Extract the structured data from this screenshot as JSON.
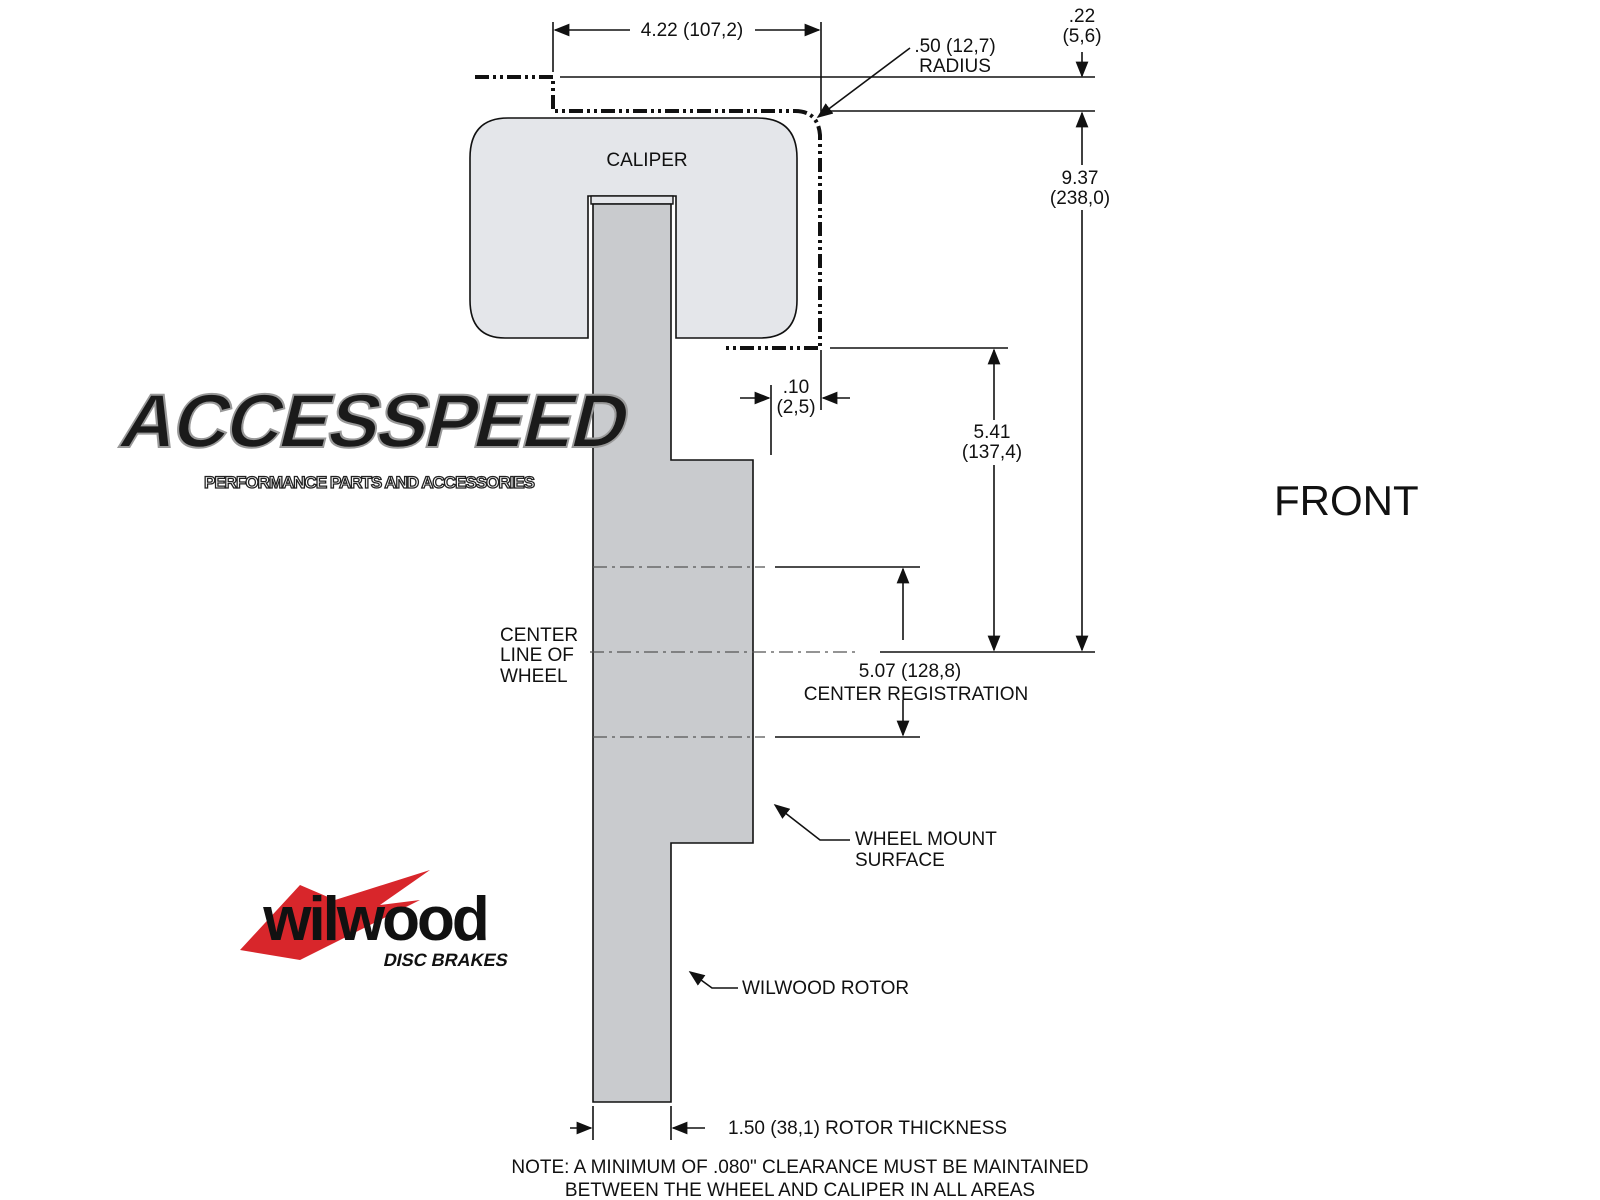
{
  "caliper_label": "CALIPER",
  "dimensions": {
    "width": "4.22 (107,2)",
    "radius_value": ".50 (12,7)",
    "radius_label": "RADIUS",
    "offset_top_in": ".22",
    "offset_top_mm": "(5,6)",
    "height_total_in": "9.37",
    "height_total_mm": "(238,0)",
    "clearance_in": ".10",
    "clearance_mm": "(2,5)",
    "height_lower_in": "5.41",
    "height_lower_mm": "(137,4)",
    "center_reg_value": "5.07 (128,8)",
    "center_reg_label": "CENTER REGISTRATION",
    "rotor_thickness": "1.50 (38,1) ROTOR THICKNESS"
  },
  "labels": {
    "center_line": [
      "CENTER",
      "LINE OF",
      "WHEEL"
    ],
    "wheel_mount": [
      "WHEEL MOUNT",
      "SURFACE"
    ],
    "rotor": "WILWOOD ROTOR",
    "front": "FRONT"
  },
  "note": [
    "NOTE: A MINIMUM OF .080\" CLEARANCE MUST BE MAINTAINED",
    "BETWEEN THE WHEEL AND CALIPER IN ALL AREAS"
  ],
  "logos": {
    "accesspeed": "ACCESSPEED",
    "accesspeed_tagline": "PERFORMANCE PARTS AND ACCESSORIES",
    "wilwood": "wilwood",
    "wilwood_tagline": "DISC BRAKES"
  },
  "colors": {
    "caliper": "#e4e6ea",
    "rotor": "#c9cbce",
    "wilwood_red": "#d8262b"
  }
}
